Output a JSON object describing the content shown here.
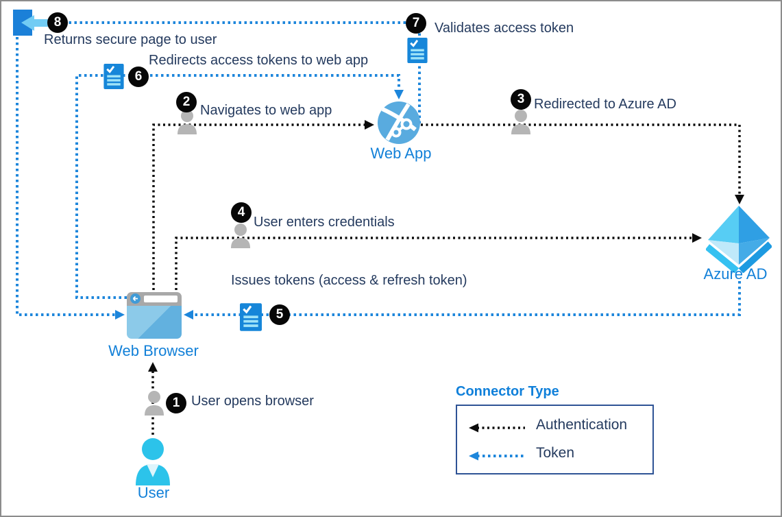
{
  "nodes": {
    "user": {
      "label": "User"
    },
    "web_browser": {
      "label": "Web Browser"
    },
    "web_app": {
      "label": "Web App"
    },
    "azure_ad": {
      "label": "Azure AD"
    }
  },
  "steps": [
    {
      "num": "1",
      "label": "User opens browser"
    },
    {
      "num": "2",
      "label": "Navigates to web app"
    },
    {
      "num": "3",
      "label": "Redirected to Azure AD"
    },
    {
      "num": "4",
      "label": "User enters credentials"
    },
    {
      "num": "5",
      "label": "Issues tokens (access & refresh token)"
    },
    {
      "num": "6",
      "label": "Redirects access tokens to web app"
    },
    {
      "num": "7",
      "label": "Validates access token"
    },
    {
      "num": "8",
      "label": "Returns secure page to user"
    }
  ],
  "legend": {
    "title": "Connector Type",
    "items": [
      {
        "label": "Authentication",
        "color": "#000000"
      },
      {
        "label": "Token",
        "color": "#1d86db"
      }
    ]
  },
  "colors": {
    "auth_connector": "#000000",
    "token_connector": "#1d86db",
    "step_text": "#243a5e",
    "node_label_blue": "#1280d8",
    "badge_bg": "#000000",
    "badge_text": "#ffffff"
  }
}
